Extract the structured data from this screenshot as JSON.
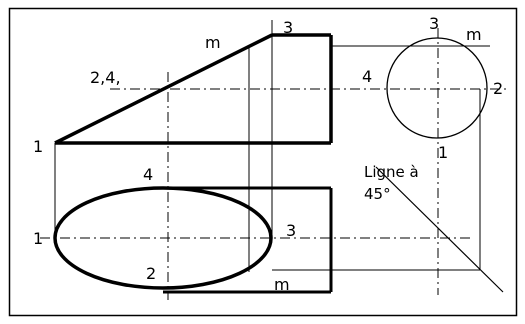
{
  "labels": {
    "front_top_m": "m",
    "front_top_3": "3",
    "front_24": "2,4,",
    "front_1": "1",
    "side_3": "3",
    "side_m": "m",
    "side_4": "4",
    "side_2": "2",
    "side_1": "1",
    "miter_line": "Ligne à",
    "miter_angle": "45°",
    "top_4": "4",
    "top_1": "1",
    "top_3": "3",
    "top_2": "2",
    "top_m": "m"
  },
  "colors": {
    "line": "#000000",
    "background": "#ffffff"
  }
}
